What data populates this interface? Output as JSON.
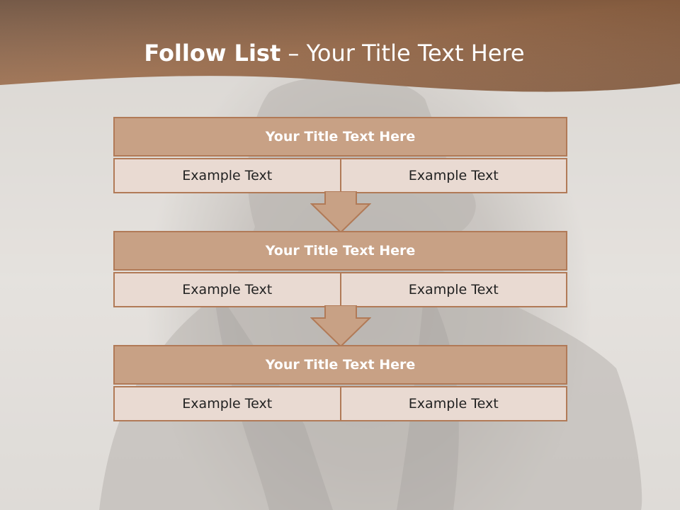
{
  "slide": {
    "title_bold": "Follow List",
    "title_rest": "– Your Title Text Here"
  },
  "blocks": [
    {
      "title": "Your Title Text Here",
      "left": "Example Text",
      "right": "Example Text"
    },
    {
      "title": "Your Title Text Here",
      "left": "Example Text",
      "right": "Example Text"
    },
    {
      "title": "Your Title Text Here",
      "left": "Example Text",
      "right": "Example Text"
    }
  ],
  "colors": {
    "header_brown": "#a46f4a",
    "block_title_bg": "#c8a185",
    "block_cell_bg": "#e9dad2",
    "border": "#b17a57"
  }
}
